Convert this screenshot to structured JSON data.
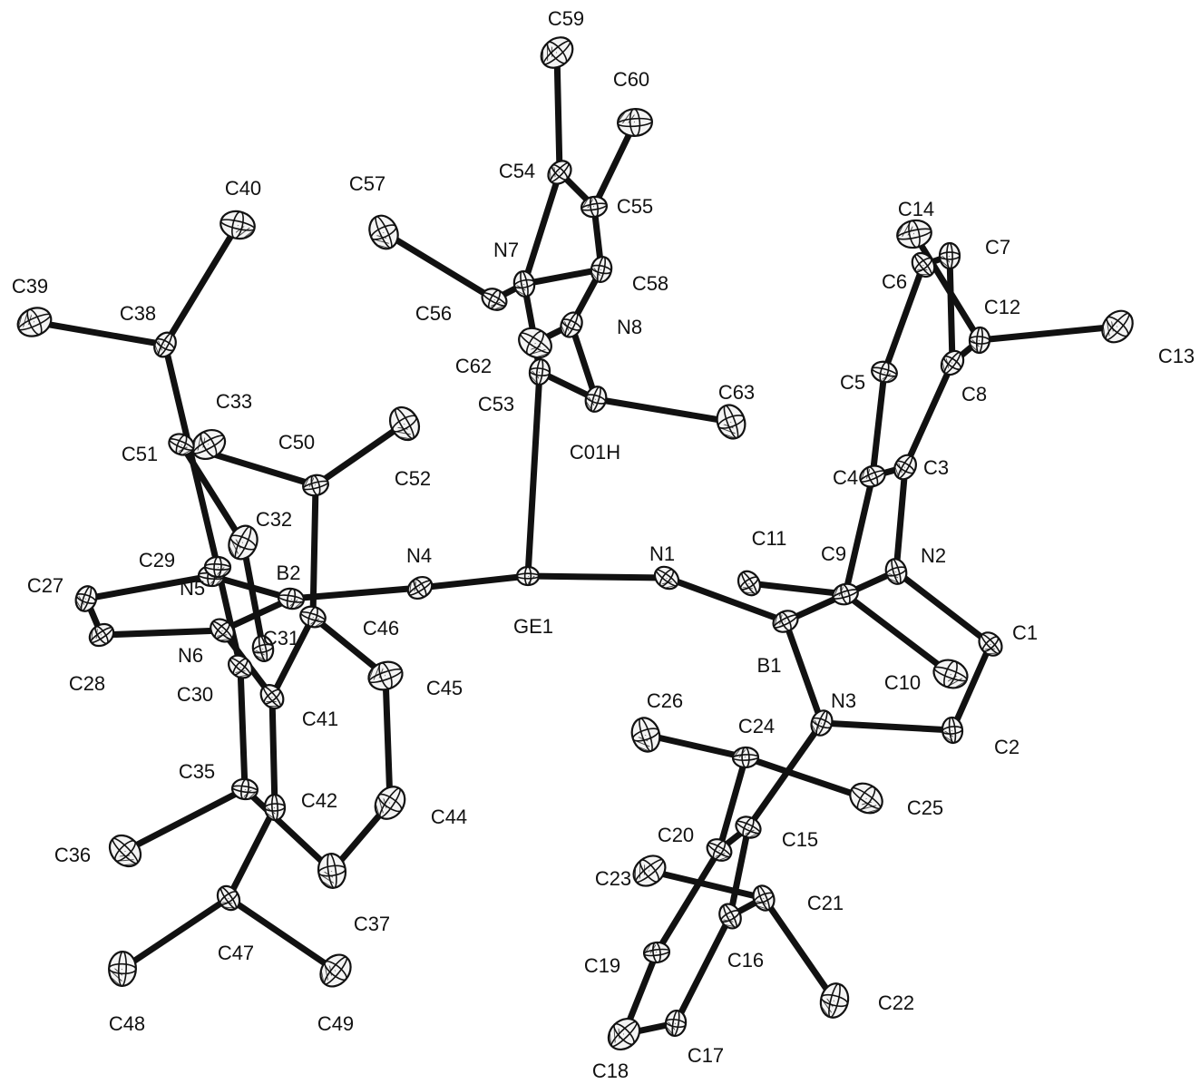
{
  "molecule": {
    "atoms": [
      {
        "id": "GE1"
      },
      {
        "id": "N1"
      },
      {
        "id": "N2"
      },
      {
        "id": "N3"
      },
      {
        "id": "N4"
      },
      {
        "id": "N5"
      },
      {
        "id": "N6"
      },
      {
        "id": "N7"
      },
      {
        "id": "N8"
      },
      {
        "id": "B1"
      },
      {
        "id": "B2"
      },
      {
        "id": "C1"
      },
      {
        "id": "C2"
      },
      {
        "id": "C3"
      },
      {
        "id": "C4"
      },
      {
        "id": "C5"
      },
      {
        "id": "C6"
      },
      {
        "id": "C7"
      },
      {
        "id": "C8"
      },
      {
        "id": "C9"
      },
      {
        "id": "C10"
      },
      {
        "id": "C11"
      },
      {
        "id": "C12"
      },
      {
        "id": "C13"
      },
      {
        "id": "C14"
      },
      {
        "id": "C15"
      },
      {
        "id": "C16"
      },
      {
        "id": "C17"
      },
      {
        "id": "C18"
      },
      {
        "id": "C19"
      },
      {
        "id": "C20"
      },
      {
        "id": "C21"
      },
      {
        "id": "C22"
      },
      {
        "id": "C23"
      },
      {
        "id": "C24"
      },
      {
        "id": "C25"
      },
      {
        "id": "C26"
      },
      {
        "id": "C27"
      },
      {
        "id": "C28"
      },
      {
        "id": "C29"
      },
      {
        "id": "C30"
      },
      {
        "id": "C31"
      },
      {
        "id": "C32"
      },
      {
        "id": "C33"
      },
      {
        "id": "C35"
      },
      {
        "id": "C36"
      },
      {
        "id": "C37"
      },
      {
        "id": "C38"
      },
      {
        "id": "C39"
      },
      {
        "id": "C40"
      },
      {
        "id": "C41"
      },
      {
        "id": "C42"
      },
      {
        "id": "C44"
      },
      {
        "id": "C45"
      },
      {
        "id": "C46"
      },
      {
        "id": "C47"
      },
      {
        "id": "C48"
      },
      {
        "id": "C49"
      },
      {
        "id": "C50"
      },
      {
        "id": "C51"
      },
      {
        "id": "C52"
      },
      {
        "id": "C53"
      },
      {
        "id": "C54"
      },
      {
        "id": "C55"
      },
      {
        "id": "C56"
      },
      {
        "id": "C57"
      },
      {
        "id": "C58"
      },
      {
        "id": "C59"
      },
      {
        "id": "C60"
      },
      {
        "id": "C62"
      },
      {
        "id": "C63"
      },
      {
        "id": "C01H"
      }
    ],
    "bonds": [
      [
        "GE1",
        "N1"
      ],
      [
        "GE1",
        "N4"
      ],
      [
        "GE1",
        "C53"
      ],
      [
        "N1",
        "B1"
      ],
      [
        "B1",
        "N2"
      ],
      [
        "B1",
        "N3"
      ],
      [
        "N2",
        "C1"
      ],
      [
        "C1",
        "C2"
      ],
      [
        "C2",
        "N3"
      ],
      [
        "N2",
        "C3"
      ],
      [
        "C3",
        "C4"
      ],
      [
        "C3",
        "C8"
      ],
      [
        "C4",
        "C5"
      ],
      [
        "C5",
        "C6"
      ],
      [
        "C6",
        "C7"
      ],
      [
        "C7",
        "C8"
      ],
      [
        "C8",
        "C12"
      ],
      [
        "C12",
        "C13"
      ],
      [
        "C12",
        "C14"
      ],
      [
        "C4",
        "C9"
      ],
      [
        "C9",
        "C10"
      ],
      [
        "C9",
        "C11"
      ],
      [
        "N3",
        "C15"
      ],
      [
        "C15",
        "C16"
      ],
      [
        "C15",
        "C20"
      ],
      [
        "C16",
        "C17"
      ],
      [
        "C17",
        "C18"
      ],
      [
        "C18",
        "C19"
      ],
      [
        "C19",
        "C20"
      ],
      [
        "C20",
        "C24"
      ],
      [
        "C24",
        "C25"
      ],
      [
        "C24",
        "C26"
      ],
      [
        "C16",
        "C21"
      ],
      [
        "C21",
        "C22"
      ],
      [
        "C21",
        "C23"
      ],
      [
        "N4",
        "B2"
      ],
      [
        "B2",
        "N5"
      ],
      [
        "B2",
        "N6"
      ],
      [
        "N5",
        "C27"
      ],
      [
        "C27",
        "C28"
      ],
      [
        "C28",
        "N6"
      ],
      [
        "N5",
        "C29"
      ],
      [
        "C29",
        "C30"
      ],
      [
        "C30",
        "C35"
      ],
      [
        "C35",
        "C36"
      ],
      [
        "C35",
        "C37"
      ],
      [
        "C29",
        "C38"
      ],
      [
        "C38",
        "C39"
      ],
      [
        "C38",
        "C40"
      ],
      [
        "N6",
        "C41"
      ],
      [
        "C41",
        "C42"
      ],
      [
        "C42",
        "C47"
      ],
      [
        "C47",
        "C48"
      ],
      [
        "C47",
        "C49"
      ],
      [
        "C41",
        "C46"
      ],
      [
        "C46",
        "C45"
      ],
      [
        "C45",
        "C44"
      ],
      [
        "C44",
        "C37"
      ],
      [
        "C46",
        "C50"
      ],
      [
        "C50",
        "C51"
      ],
      [
        "C50",
        "C52"
      ],
      [
        "C51",
        "C32"
      ],
      [
        "C32",
        "C31"
      ],
      [
        "C53",
        "C62"
      ],
      [
        "C62",
        "N8"
      ],
      [
        "N8",
        "C58"
      ],
      [
        "N8",
        "C01H"
      ],
      [
        "C01H",
        "C63"
      ],
      [
        "C01H",
        "C53"
      ],
      [
        "C58",
        "C55"
      ],
      [
        "C55",
        "C54"
      ],
      [
        "C55",
        "C60"
      ],
      [
        "C54",
        "C59"
      ],
      [
        "C54",
        "N7"
      ],
      [
        "N7",
        "C56"
      ],
      [
        "N7",
        "C58"
      ],
      [
        "C56",
        "C57"
      ],
      [
        "C62",
        "N7"
      ]
    ]
  }
}
